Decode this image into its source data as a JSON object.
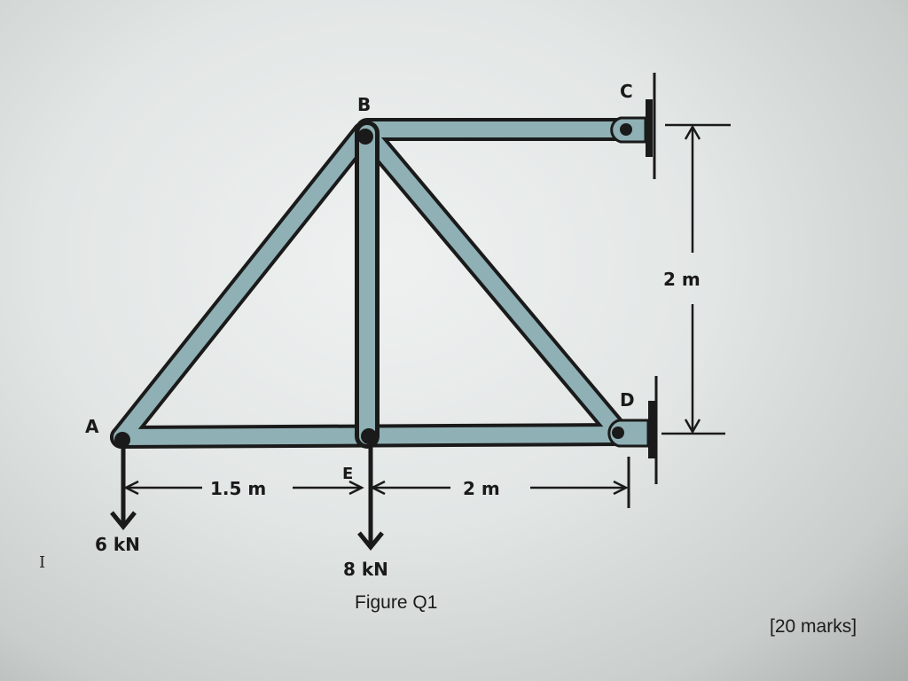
{
  "figure": {
    "caption": "Figure Q1",
    "marks": "[20 marks]"
  },
  "nodes": {
    "A": "A",
    "B": "B",
    "C": "C",
    "D": "D",
    "E": "E"
  },
  "dimensions": {
    "AE": "1.5 m",
    "ED": "2 m",
    "CD_vertical": "2 m"
  },
  "loads": {
    "A": "6 kN",
    "E": "8 kN"
  },
  "members": [
    "AB",
    "AE",
    "ED",
    "BE",
    "BD",
    "BC"
  ],
  "supports": [
    "C",
    "D"
  ],
  "colors": {
    "member_fill": "#8fb0b4",
    "member_outline": "#1a1a1a",
    "background": "#e4e8e7"
  },
  "cursor": {
    "glyph": "I"
  }
}
